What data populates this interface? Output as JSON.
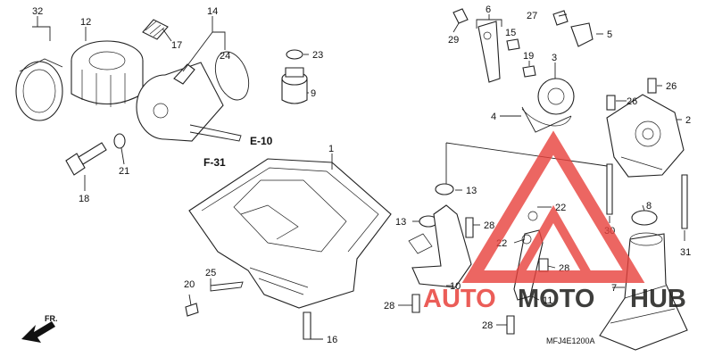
{
  "callouts": [
    "32",
    "12",
    "17",
    "14",
    "24",
    "23",
    "9",
    "18",
    "21",
    "1",
    "20",
    "25",
    "16",
    "29",
    "6",
    "15",
    "27",
    "5",
    "19",
    "3",
    "4",
    "26",
    "26",
    "2",
    "13",
    "13",
    "28",
    "22",
    "22",
    "28",
    "28",
    "28",
    "11",
    "30",
    "31",
    "7",
    "10",
    "8"
  ],
  "references": {
    "e10": "E-10",
    "f31": "F-31"
  },
  "front_label": "FR.",
  "diagram_code": "MFJ4E1200A",
  "watermark": {
    "text_a": "AUTO",
    "text_b": "MOTO",
    "text_c": "HUB",
    "color_red": "#e8413c",
    "color_dark": "#1d1d1b"
  }
}
